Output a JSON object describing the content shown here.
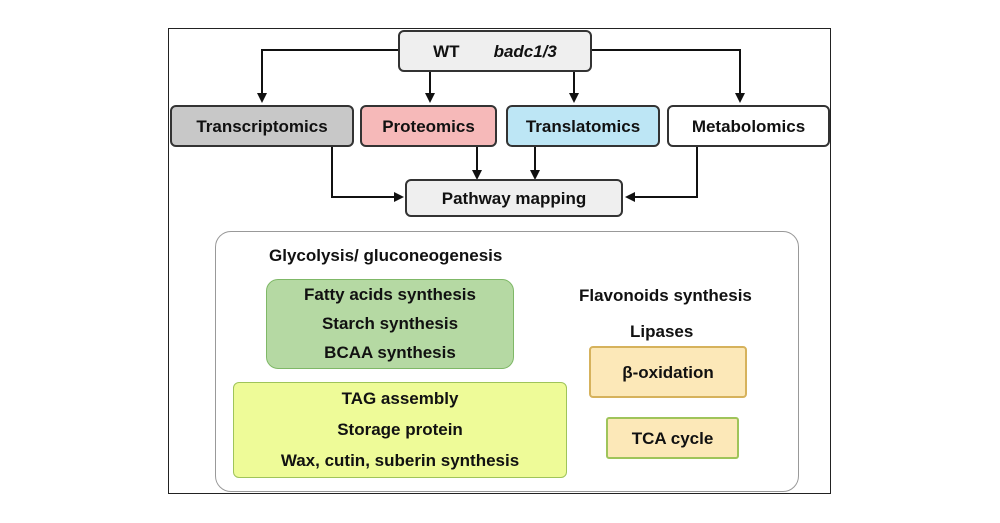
{
  "header": {
    "wt": "WT",
    "genotype": "badc1/3"
  },
  "omics": {
    "transcriptomics": "Transcriptomics",
    "proteomics": "Proteomics",
    "translatomics": "Translatomics",
    "metabolomics": "Metabolomics"
  },
  "pathway_mapping": "Pathway mapping",
  "pathways": {
    "glycolysis": "Glycolysis/ gluconeogenesis",
    "green_group": [
      "Fatty acids synthesis",
      "Starch synthesis",
      "BCAA synthesis"
    ],
    "yellow_group": [
      "TAG assembly",
      "Storage protein",
      "Wax, cutin, suberin synthesis"
    ],
    "flavonoids": "Flavonoids synthesis",
    "lipases": "Lipases",
    "beta_oxidation": "β-oxidation",
    "tca": "TCA cycle"
  },
  "colors": {
    "transcriptomics": "#c8c8c8",
    "proteomics": "#f6b9b9",
    "translatomics": "#bde6f5",
    "metabolomics": "#ffffff",
    "header_fill": "#efefef",
    "green_fill": "#b5d9a3",
    "green_border": "#7fb867",
    "yellow_fill": "#eefb98",
    "yellow_border": "#9fc45a",
    "orange_fill": "#fce8b8",
    "orange_border": "#d6b25c"
  }
}
